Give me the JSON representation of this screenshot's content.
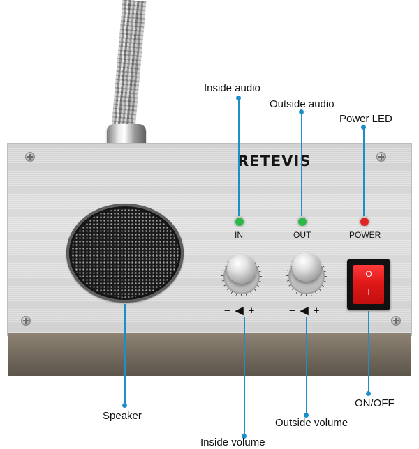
{
  "product": {
    "brand_logo": "RETEVIS",
    "led_labels": {
      "in": "IN",
      "out": "OUT",
      "power": "POWER"
    },
    "led_colors": {
      "in": "#2fb84a",
      "out": "#2fb84a",
      "power": "#e02424"
    },
    "volume_marks": {
      "minus": "−",
      "plus": "+"
    },
    "switch_marks": {
      "off": "O",
      "on": "I"
    },
    "switch_color": "#e01818"
  },
  "callouts": {
    "inside_audio": "Inside audio",
    "outside_audio": "Outside audio",
    "power_led": "Power LED",
    "speaker": "Speaker",
    "inside_volume": "Inside volume",
    "outside_volume": "Outside volume",
    "on_off": "ON/OFF"
  },
  "accent_color": "#1c8fc9"
}
